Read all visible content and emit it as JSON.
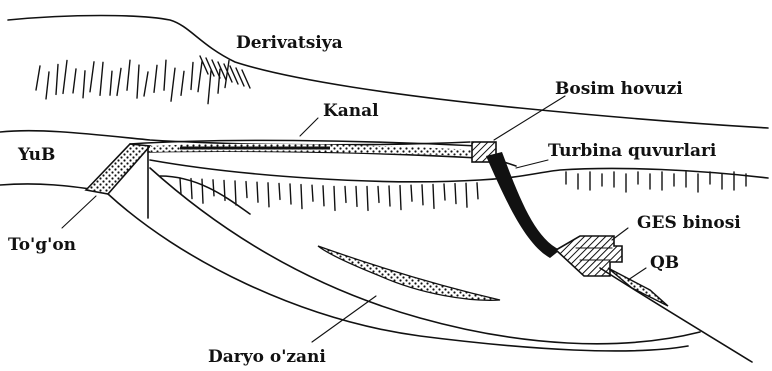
{
  "labels": {
    "derivatsiya": "Derivatsiya",
    "bosim_hovuzi": "Bosim hovuzi",
    "kanal": "Kanal",
    "yub": "YuB",
    "turbina_quvurlari": "Turbina quvurlari",
    "ges_binosi": "GES binosi",
    "qb": "QB",
    "togon": "To'g'on",
    "daryo_ozani": "Daryo o'zani"
  }
}
